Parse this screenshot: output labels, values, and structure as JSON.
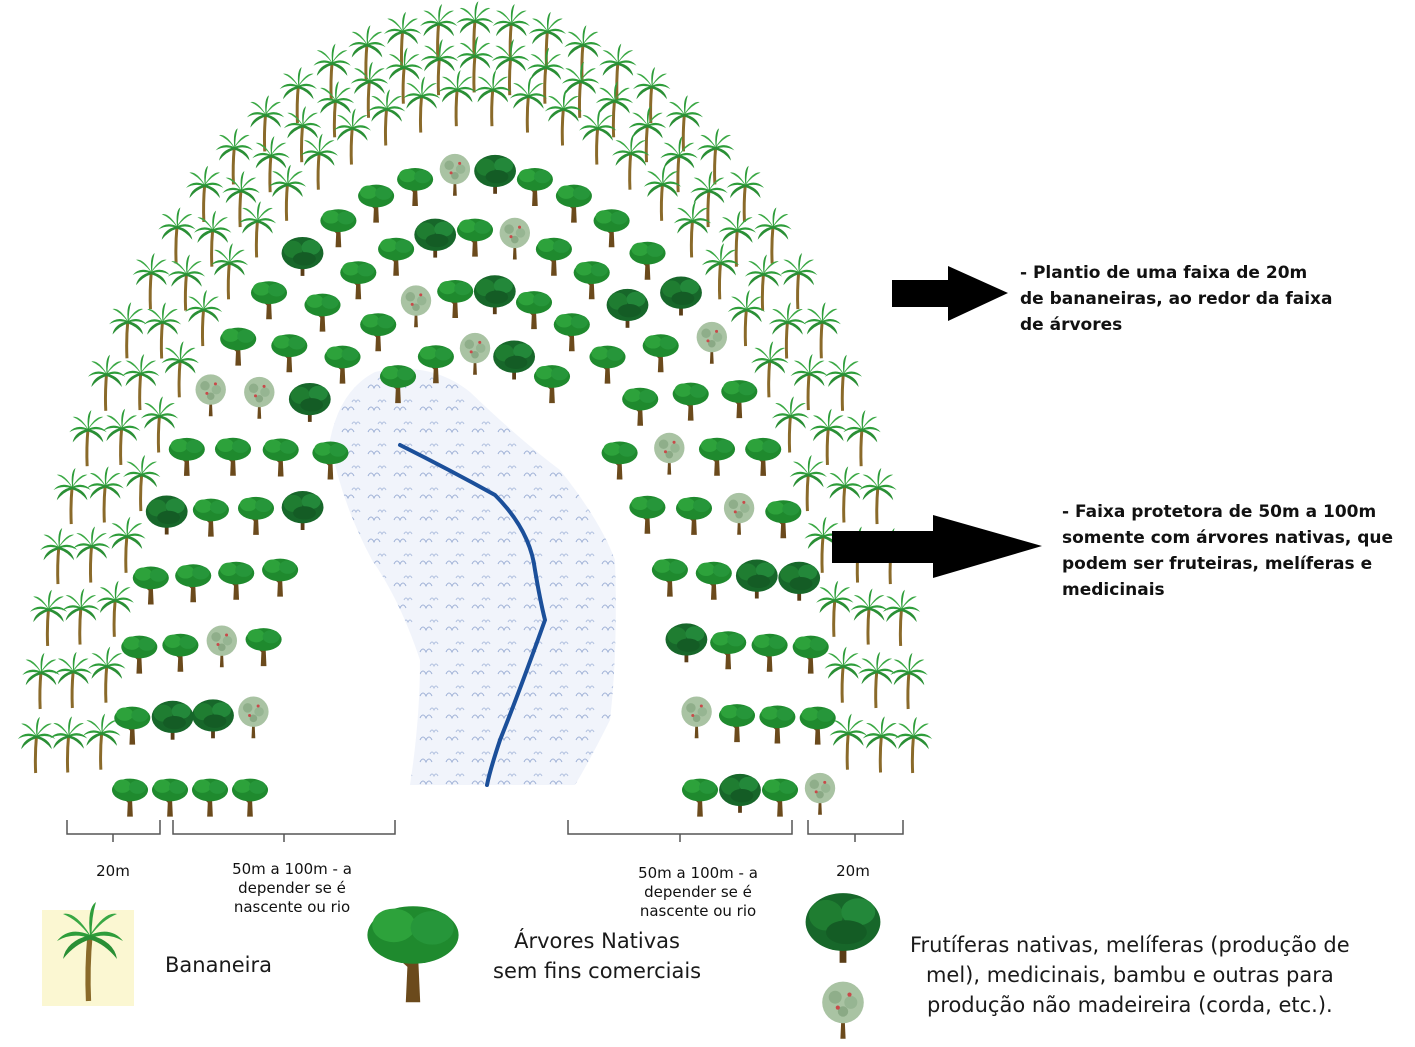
{
  "annotations": {
    "top": "- Plantio de uma faixa de 20m\nde bananeiras, ao redor da faixa\nde árvores",
    "middle": "- Faixa protetora de 50m a 100m\nsomente com árvores nativas, que\npodem ser fruteiras, melíferas e\nmedicinais"
  },
  "dimensions": {
    "left_outer": "20m",
    "left_inner": "50m a 100m - a\ndepender se é\nnascente ou rio",
    "right_inner": "50m a 100m - a\ndepender se é\nnascente ou rio",
    "right_outer": "20m"
  },
  "legend": {
    "banana_label": "Bananeira",
    "native_label": "Árvores Nativas\nsem fins comerciais",
    "fruit_label": "Frutíferas nativas, melíferas (produção de\nmel), medicinais, bambu e outras para\nprodução não madeireira (corda, etc.)."
  },
  "colors": {
    "palm_leaf": "#2e9d3a",
    "palm_trunk": "#8a6a2a",
    "tree_canopy": "#1f8a2e",
    "tree_dark": "#17672a",
    "tree_trunk": "#6b4a1c",
    "flower_tree": "#9fb79a",
    "water_bg": "#eef2fa",
    "river": "#1b4f9a",
    "arrow": "#000000"
  }
}
